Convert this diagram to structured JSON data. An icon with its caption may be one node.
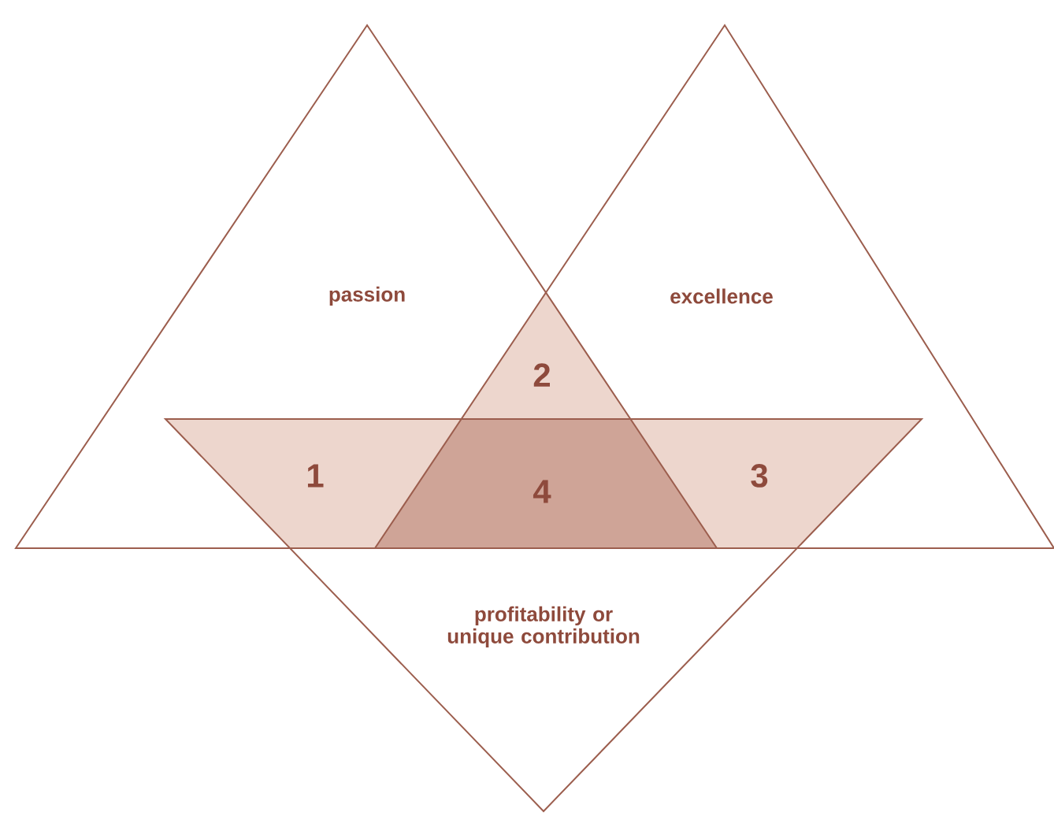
{
  "diagram": {
    "nodes": [
      {
        "text": [
          "passion"
        ]
      },
      {
        "text": [
          "excellence"
        ]
      },
      {
        "text": [
          "profitability or unique contribution"
        ]
      },
      {
        "text": [
          "1"
        ]
      },
      {
        "text": [
          "2"
        ]
      },
      {
        "text": [
          "3"
        ]
      },
      {
        "text": [
          "4"
        ]
      }
    ]
  }
}
